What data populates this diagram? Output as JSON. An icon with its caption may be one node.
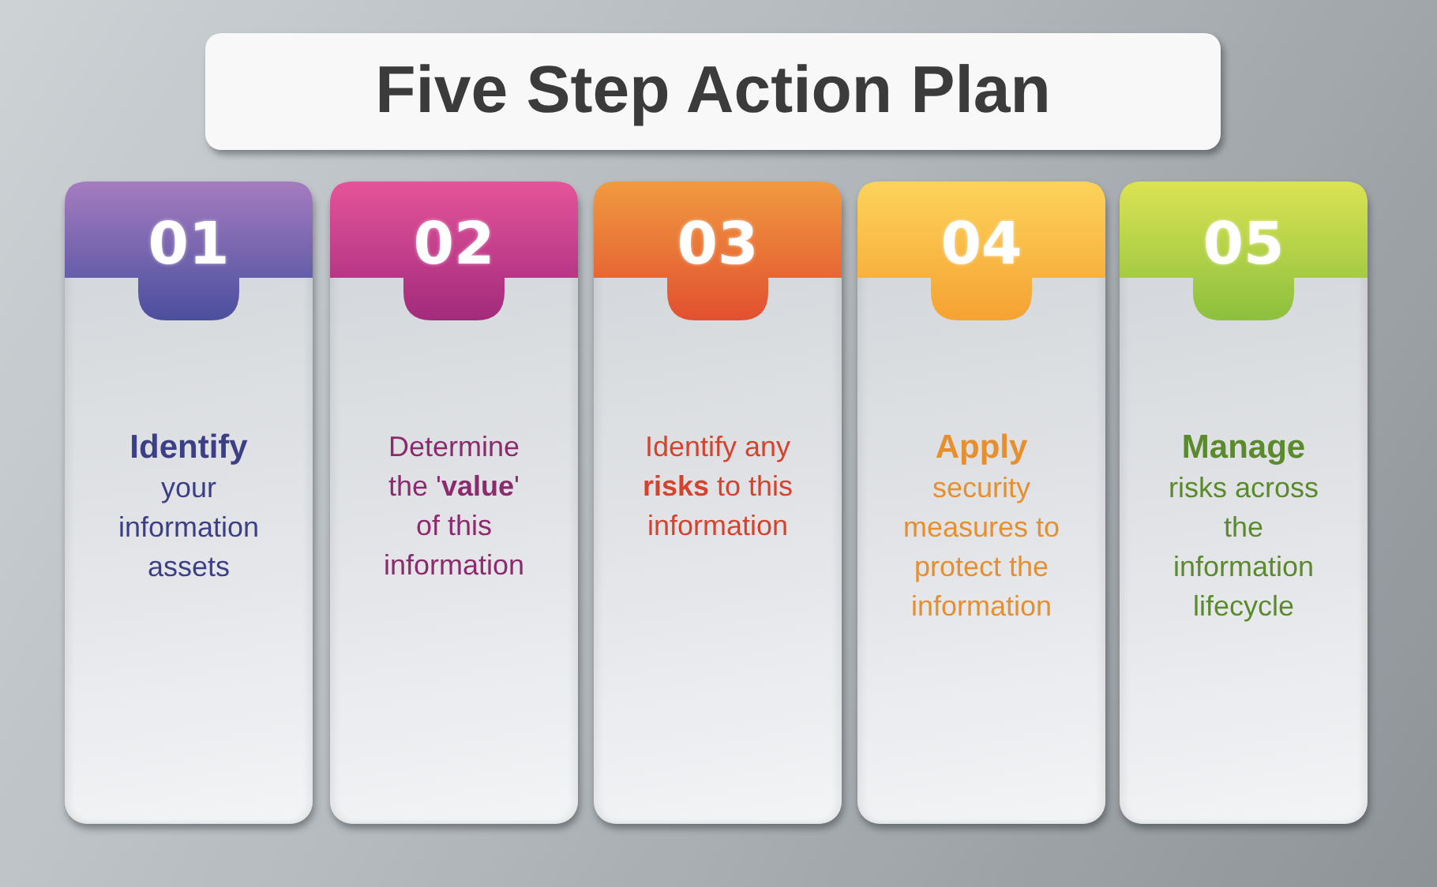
{
  "diagram": {
    "title": "Five Step Action Plan",
    "nodes": [
      {
        "text": [
          "01",
          "Identify",
          "your information assets"
        ]
      },
      {
        "text": [
          "02",
          "Determine the '**value**' of this information"
        ]
      },
      {
        "text": [
          "03",
          "Identify any **risks** to this information"
        ]
      },
      {
        "text": [
          "04",
          "Apply",
          "security measures to protect the information"
        ]
      },
      {
        "text": [
          "05",
          "Manage",
          "risks across the information lifecycle"
        ]
      }
    ]
  }
}
